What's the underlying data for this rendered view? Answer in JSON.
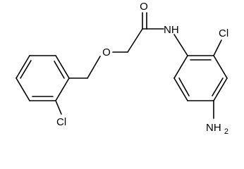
{
  "molecule": {
    "atoms": {
      "carbonyl_oxygen": "O",
      "amide_nitrogen": "NH",
      "ether_oxygen": "O",
      "chloro_ring_right": "Cl",
      "chloro_ring_left": "Cl",
      "amino_group": "NH2"
    }
  },
  "colors": {
    "bond": "#000000",
    "text": "#000000",
    "background": "#ffffff"
  }
}
